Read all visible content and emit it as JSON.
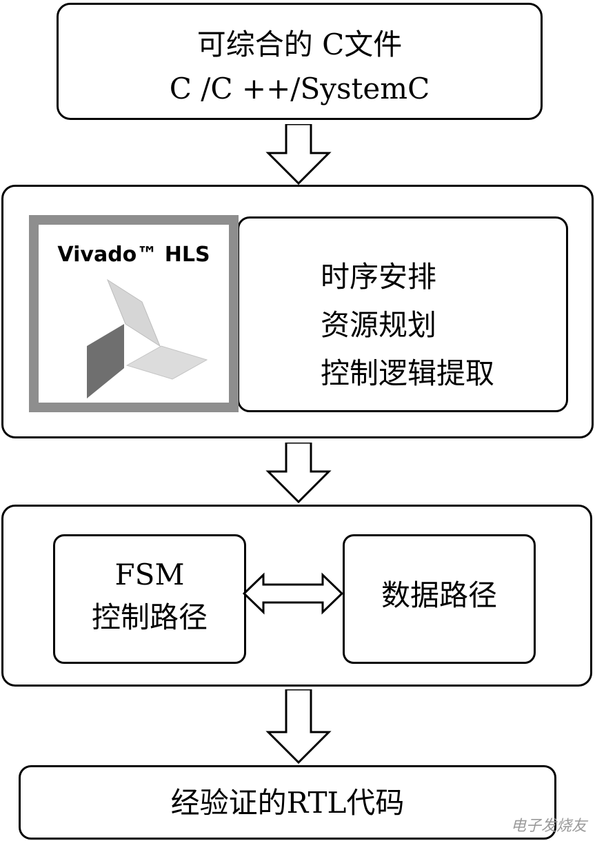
{
  "top_box": {
    "line1": "可综合的 C文件",
    "line2": "C /C ++/SystemC"
  },
  "hls": {
    "logo_title": "Vivado™ HLS",
    "tasks": [
      "时序安排",
      "资源规划",
      "控制逻辑提取"
    ]
  },
  "rtl": {
    "fsm_line1": "FSM",
    "fsm_line2": "控制路径",
    "datapath": "数据路径"
  },
  "bottom_box": {
    "label": "经验证的RTL代码"
  },
  "watermark": "电子发烧友",
  "colors": {
    "line": "#000000",
    "logo_frame": "#8e8e8e",
    "logo_dark": "#6f6f6f",
    "logo_light": "#d6d6d6"
  }
}
